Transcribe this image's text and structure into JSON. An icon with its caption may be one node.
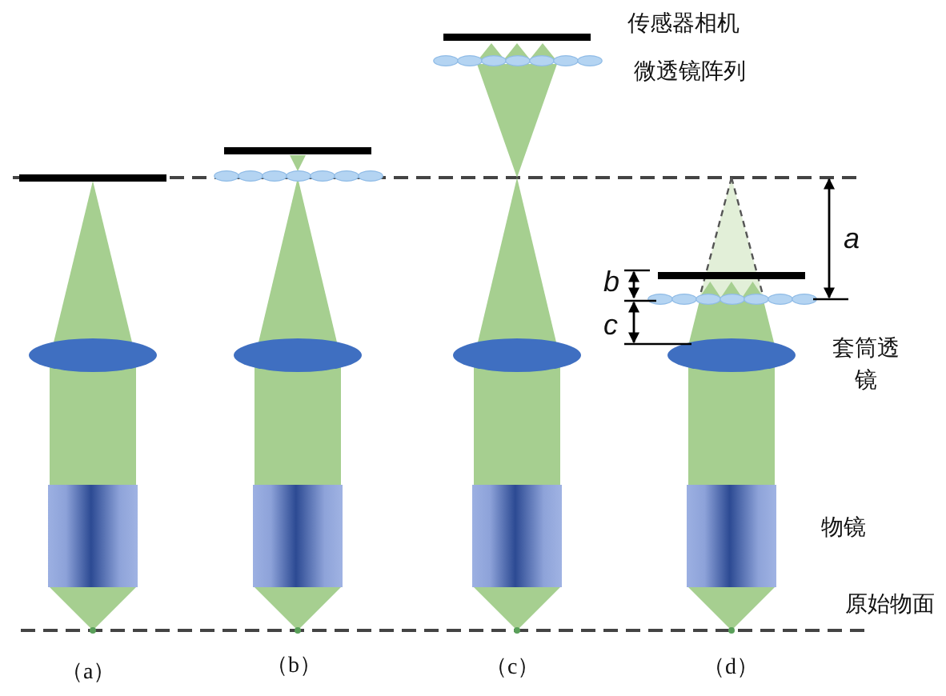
{
  "diagram": {
    "labels": [
      "传感器相机",
      "微透镜阵列",
      "a",
      "b",
      "c",
      "套筒透镜",
      "物镜",
      "原始物面",
      "（a）",
      "（b）",
      "（c）",
      "（d）"
    ]
  }
}
